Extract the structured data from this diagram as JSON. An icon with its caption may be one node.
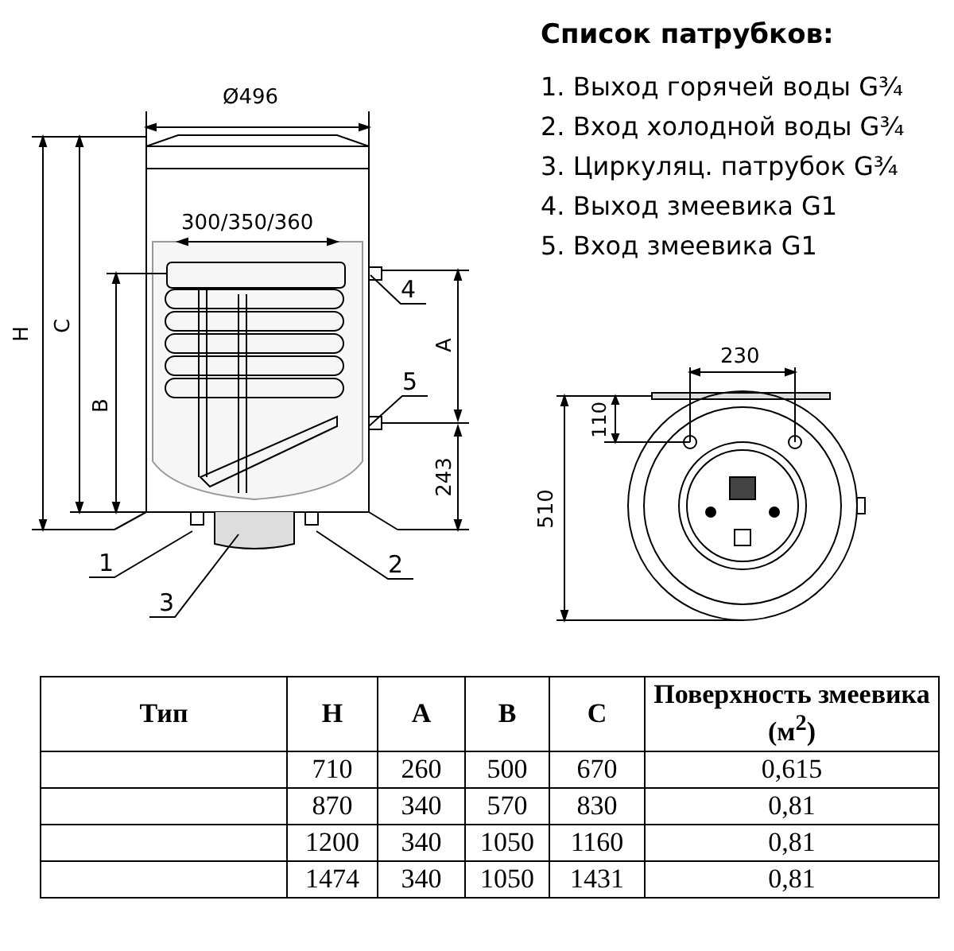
{
  "diagram": {
    "title": "Список патрубков:",
    "nodes": [
      {
        "text": [
          "1"
        ]
      },
      {
        "text": [
          "2"
        ]
      },
      {
        "text": [
          "3"
        ]
      },
      {
        "text": [
          "4"
        ]
      },
      {
        "text": [
          "5"
        ]
      }
    ],
    "edges": [
      {
        "from": 0,
        "to": null,
        "arrow": "none"
      },
      {
        "from": 1,
        "to": null,
        "arrow": "none"
      },
      {
        "from": 2,
        "to": null,
        "arrow": "none"
      },
      {
        "from": 3,
        "to": null,
        "arrow": "none"
      },
      {
        "from": 4,
        "to": null,
        "arrow": "none"
      }
    ],
    "labels": [
      "1. Выход горячей воды G¾",
      "2. Вход холодной воды G¾",
      "3. Циркуляц. патрубок G¾",
      "4. Выход змеевика G1",
      "5. Вход змеевика G1",
      "Ø496",
      "300/350/360",
      "H",
      "C",
      "B",
      "A",
      "243",
      "230",
      "110",
      "510",
      "Тип",
      "H",
      "A",
      "B",
      "C",
      "Поверхность змеевика (м$^{2}$)",
      "710",
      "260",
      "500",
      "670",
      "0,615",
      "870",
      "340",
      "570",
      "830",
      "0,81",
      "1200",
      "340",
      "1050",
      "1160",
      "0,81",
      "1474",
      "340",
      "1050",
      "1431",
      "0,81"
    ]
  }
}
